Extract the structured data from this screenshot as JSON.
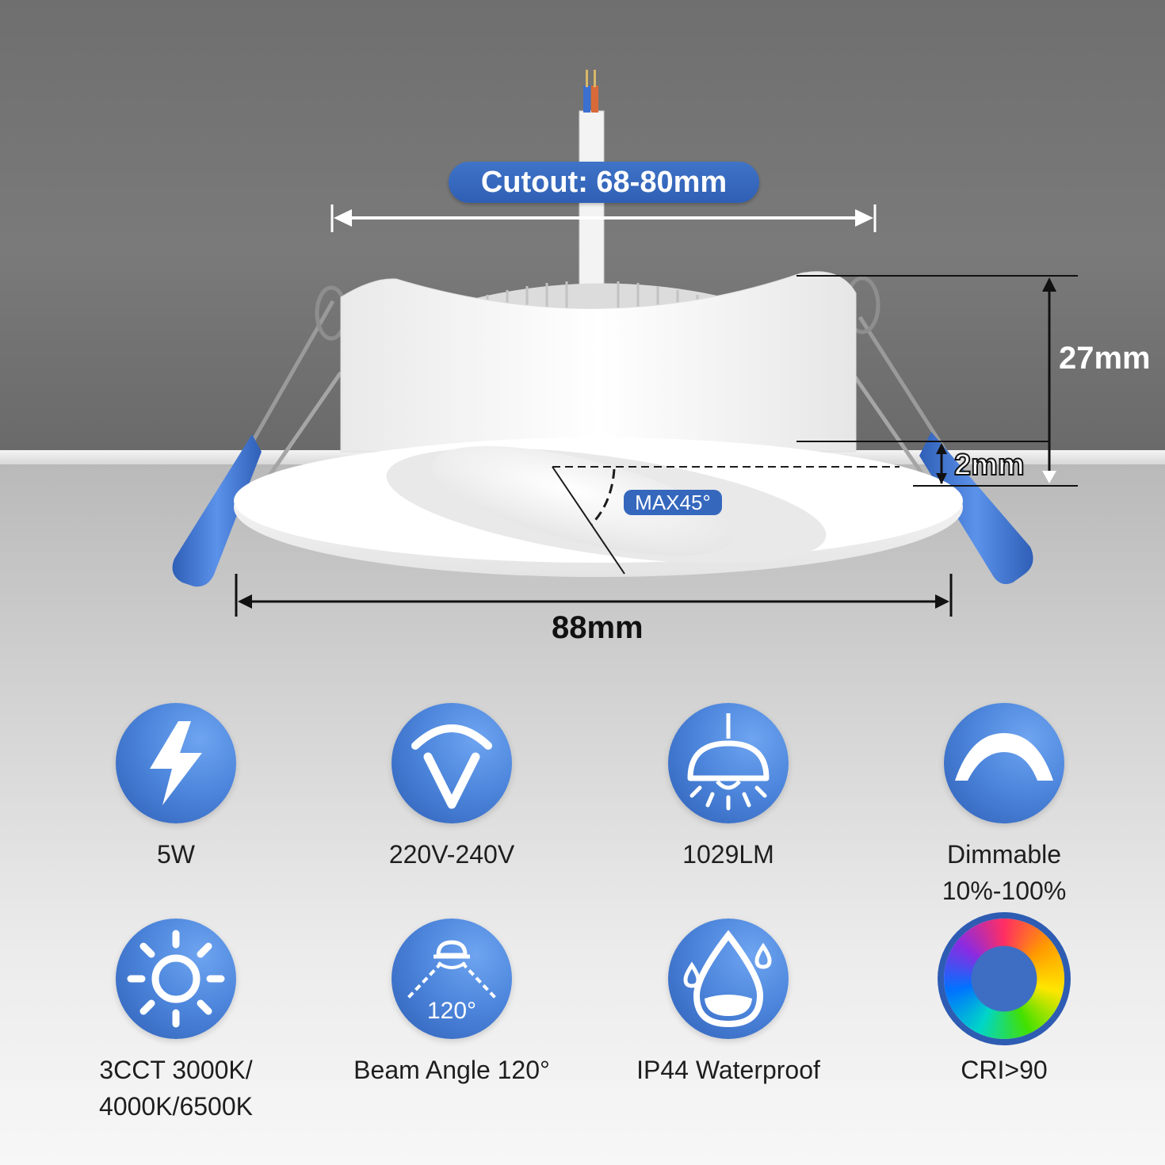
{
  "dimensions": {
    "cutout": "Cutout: 68-80mm",
    "height": "27mm",
    "flange": "2mm",
    "diameter": "88mm",
    "tilt": "MAX45°"
  },
  "features": {
    "power": {
      "icon": "lightning-bolt-icon",
      "label": "5W"
    },
    "voltage": {
      "icon": "voltage-v-icon",
      "label": "220V-240V"
    },
    "lumen": {
      "icon": "pendant-lamp-icon",
      "label": "1029LM"
    },
    "dimmable": {
      "icon": "dimmer-arc-icon",
      "line1": "Dimmable",
      "line2": "10%-100%"
    },
    "cct": {
      "icon": "sun-icon",
      "line1": "3CCT 3000K/",
      "line2": "4000K/6500K"
    },
    "beam": {
      "icon": "beam-angle-icon",
      "icon_text": "120°",
      "label": "Beam Angle 120°"
    },
    "waterproof": {
      "icon": "water-drop-icon",
      "label": "IP44 Waterproof"
    },
    "cri": {
      "icon": "color-ring-icon",
      "label": "CRI>90"
    }
  },
  "colors": {
    "accent_blue": "#3567bd",
    "icon_blue": "#4d86dc",
    "clip_blue": "#3f74d6"
  }
}
